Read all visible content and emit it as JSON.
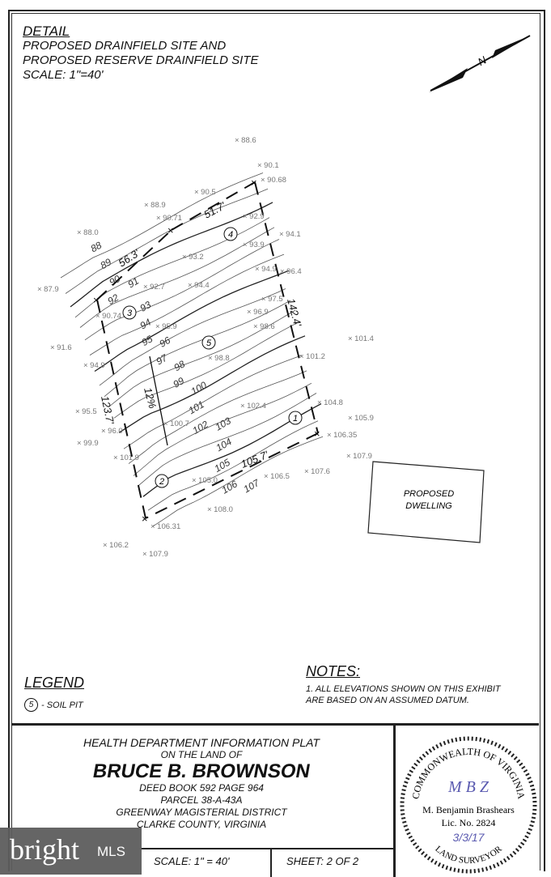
{
  "detail": {
    "heading": "DETAIL",
    "line1": "PROPOSED DRAINFIELD SITE AND",
    "line2": "PROPOSED RESERVE DRAINFIELD SITE",
    "scale": "SCALE: 1\"=40'"
  },
  "north_arrow": {
    "label": "N",
    "icon": "north-arrow-icon"
  },
  "contours": [
    "88",
    "89",
    "90",
    "91",
    "92",
    "93",
    "94",
    "95",
    "96",
    "97",
    "98",
    "99",
    "100",
    "101",
    "102",
    "103",
    "104",
    "105",
    "106",
    "107"
  ],
  "spot_elevations": [
    "88.6",
    "90.1",
    "90.68",
    "90.5",
    "88.9",
    "90.71",
    "88.0",
    "92.9",
    "94.1",
    "93.9",
    "93.2",
    "87.9",
    "92.7",
    "90.74",
    "94.4",
    "94.9",
    "96.4",
    "97.5",
    "96.9",
    "98.6",
    "95.9",
    "91.6",
    "98.8",
    "101.4",
    "94.9",
    "101.2",
    "95.5",
    "100.7",
    "102.4",
    "104.8",
    "105.9",
    "96.0",
    "106.35",
    "107.9",
    "99.9",
    "101.9",
    "105.0",
    "106.5",
    "107.6",
    "108.0",
    "106.31",
    "106.2",
    "107.9"
  ],
  "dimensions": {
    "north_west": "56.3'",
    "north_east": "51.7'",
    "east": "142.4'",
    "south": "105.7'",
    "west": "123.7'",
    "slope": "12%"
  },
  "soil_pits": [
    "1",
    "2",
    "3",
    "4",
    "5"
  ],
  "dwelling": {
    "line1": "PROPOSED",
    "line2": "DWELLING"
  },
  "legend": {
    "title": "LEGEND",
    "symbol": "5",
    "text": "- SOIL PIT"
  },
  "notes": {
    "title": "NOTES:",
    "line1": "1. ALL ELEVATIONS SHOWN ON THIS EXHIBIT",
    "line2": "ARE BASED ON AN ASSUMED DATUM."
  },
  "title_block": {
    "title": "HEALTH DEPARTMENT INFORMATION PLAT",
    "subtitle": "ON THE LAND OF",
    "owner": "BRUCE B. BROWNSON",
    "deed": "DEED BOOK 592 PAGE 964",
    "parcel": "PARCEL 38-A-43A",
    "district": "GREENWAY MAGISTERIAL DISTRICT",
    "county": "CLARKE COUNTY, VIRGINIA",
    "scale": "SCALE: 1\" = 40'",
    "sheet": "SHEET: 2 OF 2"
  },
  "seal": {
    "top": "COMMONWEALTH OF VIRGINIA",
    "bottom": "LAND SURVEYOR",
    "signature": "M B Z",
    "name": "M. Benjamin Brashears",
    "license": "Lic. No. 2824",
    "date": "3/3/17"
  },
  "watermark": {
    "brand": "bright",
    "suffix": "MLS"
  }
}
